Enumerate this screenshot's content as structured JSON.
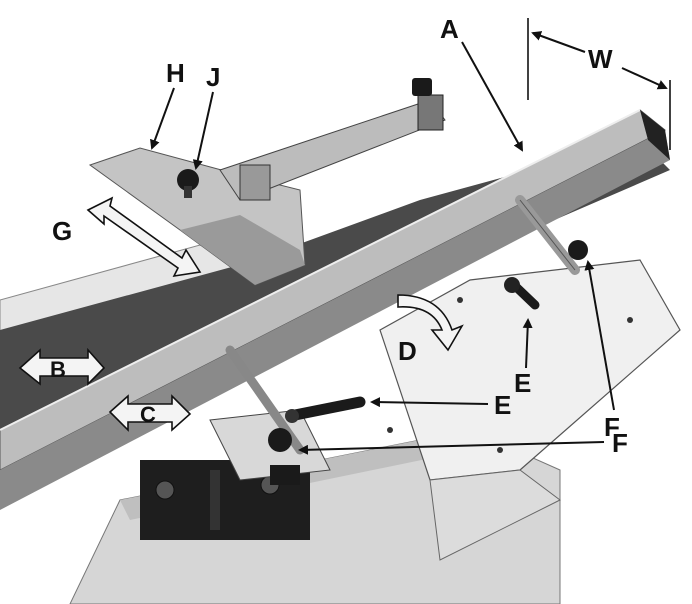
{
  "callouts": {
    "A": "A",
    "W": "W",
    "H": "H",
    "J": "J",
    "G": "G",
    "B": "B",
    "C": "C",
    "D": "D",
    "E_upper": "E",
    "E_lower": "E",
    "F_upper": "F",
    "F_lower": "F"
  },
  "colors": {
    "table_dark": "#4a4a4a",
    "table_light": "#c9c9c9",
    "fence_light": "#bdbdbd",
    "fence_dark": "#7c7c7c",
    "wing_white": "#eeeeee",
    "cabinet": "#d6d6d6",
    "base_black": "#1e1e1e",
    "line_black": "#111111"
  },
  "icons": [
    "double-arrow-icon",
    "curved-arrow-icon",
    "pointer-arrow-icon",
    "knob-icon",
    "lever-handle-icon"
  ]
}
